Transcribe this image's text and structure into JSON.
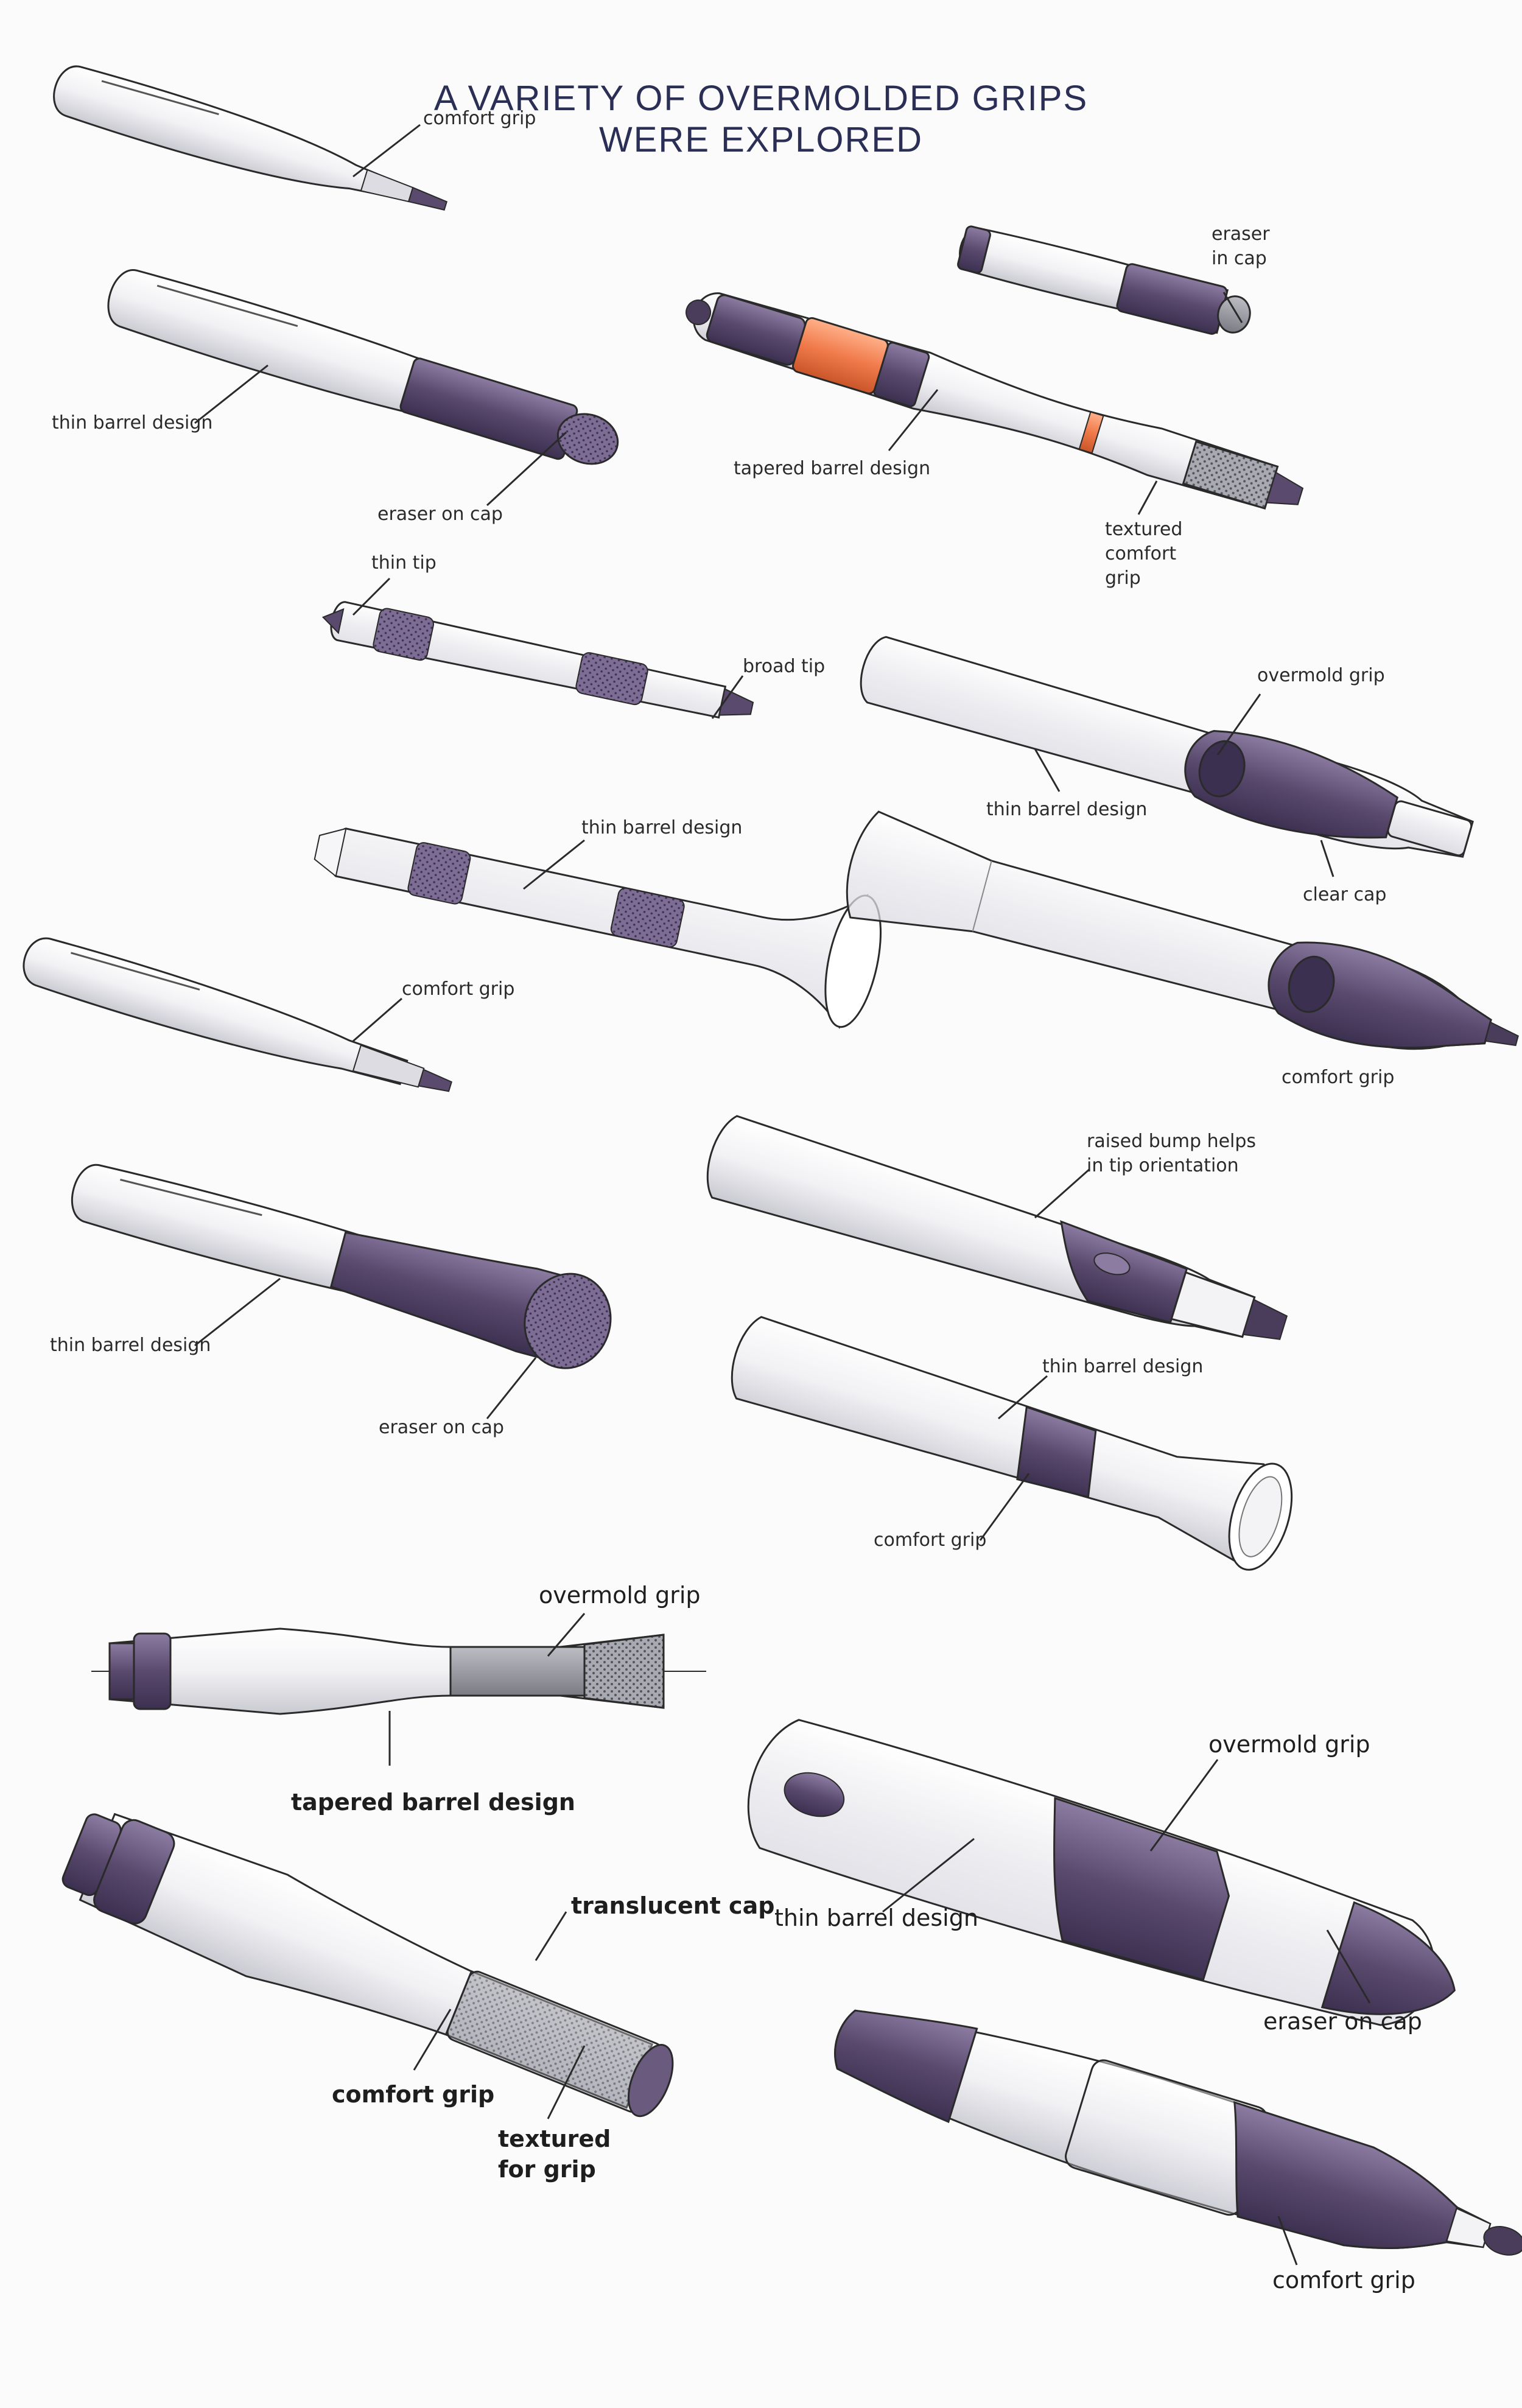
{
  "page": {
    "title_line1": "A VARIETY OF OVERMOLDED GRIPS",
    "title_line2": "WERE EXPLORED"
  },
  "colors": {
    "grip_purple": "#5a4a6e",
    "grip_purple_light": "#8a7aa0",
    "accent_orange": "#f07a4a",
    "barrel_white": "#f3f3f6",
    "outline": "#2a2a2a",
    "title_navy": "#2b2f56"
  },
  "labels": {
    "comfort_grip_1": "comfort grip",
    "thin_barrel_1": "thin barrel design",
    "eraser_on_cap_1": "eraser on cap",
    "eraser_in_cap": "eraser\nin cap",
    "tapered_barrel_1": "tapered barrel design",
    "textured_comfort_grip": "textured\ncomfort\ngrip",
    "thin_tip": "thin tip",
    "broad_tip": "broad tip",
    "overmold_grip_1": "overmold grip",
    "thin_barrel_2": "thin barrel design",
    "clear_cap": "clear cap",
    "thin_barrel_3": "thin barrel design",
    "comfort_grip_2": "comfort grip",
    "comfort_grip_3": "comfort grip",
    "raised_bump": "raised bump helps\nin tip orientation",
    "thin_barrel_4": "thin barrel design",
    "eraser_on_cap_2": "eraser on cap",
    "thin_barrel_5": "thin barrel design",
    "comfort_grip_4": "comfort grip",
    "overmold_grip_2": "overmold grip",
    "tapered_barrel_2": "tapered barrel design",
    "overmold_grip_3": "overmold grip",
    "thin_barrel_6": "thin barrel design",
    "translucent_cap": "translucent cap",
    "eraser_on_cap_3": "eraser on cap",
    "comfort_grip_5": "comfort grip",
    "textured_for_grip": "textured\nfor grip",
    "comfort_grip_6": "comfort grip"
  }
}
